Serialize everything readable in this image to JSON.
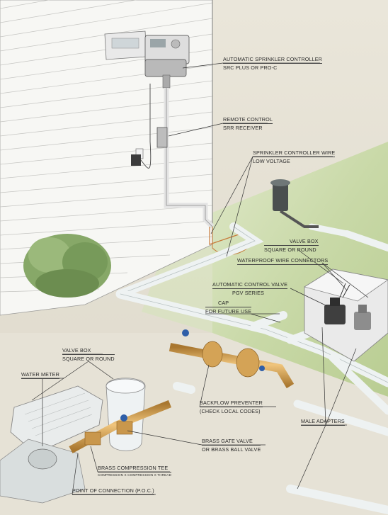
{
  "labels": {
    "controller": {
      "title": "AUTOMATIC SPRINKLER CONTROLLER",
      "sub": "SRC PLUS OR PRO-C"
    },
    "remote": {
      "title": "REMOTE CONTROL",
      "sub": "SRR RECEIVER"
    },
    "wire": {
      "title": "SPRINKLER CONTROLLER WIRE",
      "sub": "LOW VOLTAGE"
    },
    "valve_box_right": {
      "title": "VALVE BOX",
      "sub": "SQUARE OR ROUND"
    },
    "waterproof": {
      "title": "WATERPROOF WIRE CONNECTORS"
    },
    "auto_valve": {
      "title": "AUTOMATIC CONTROL VALVE",
      "sub": "PGV SERIES"
    },
    "cap": {
      "title": "CAP",
      "sub": "FOR FUTURE USE"
    },
    "valve_box_left": {
      "title": "VALVE BOX",
      "sub": "SQUARE OR ROUND"
    },
    "water_meter": {
      "title": "WATER METER"
    },
    "backflow": {
      "title": "BACKFLOW PREVENTER",
      "sub": "(CHECK LOCAL CODES)"
    },
    "male_adapters": {
      "title": "MALE ADAPTERS"
    },
    "gate_valve": {
      "title": "BRASS GATE VALVE",
      "sub": "OR BRASS BALL VALVE"
    },
    "tee": {
      "title": "BRASS COMPRESSION TEE",
      "sub": "COMPRESSION X COMPRESSION X THREAD"
    },
    "poc": {
      "title": "POINT OF CONNECTION (P.O.C.)"
    }
  },
  "colors": {
    "background": "#f4f1e8",
    "siding": "#f6f6f3",
    "lawn": "#cfdcb0",
    "pvc": "#e9eeee",
    "brass": "#d6a45a",
    "copper_wire": "#c77a3a",
    "shrub": "#7fa35f"
  }
}
